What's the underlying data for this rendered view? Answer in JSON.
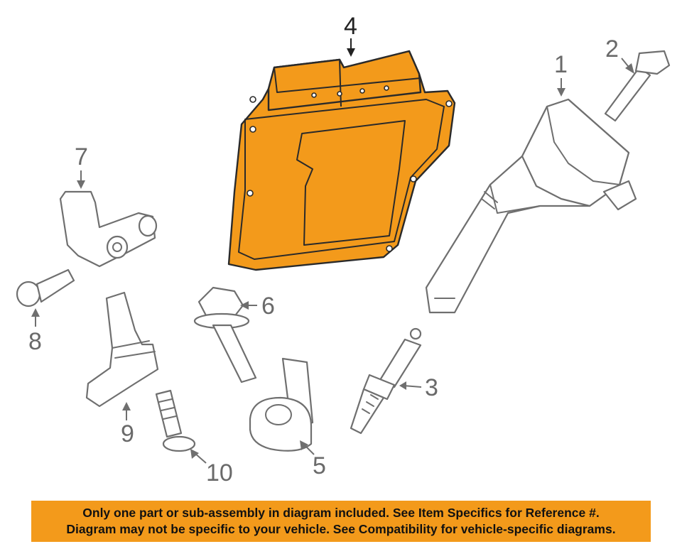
{
  "callouts": {
    "c1": "1",
    "c2": "2",
    "c3": "3",
    "c4": "4",
    "c5": "5",
    "c6": "6",
    "c7": "7",
    "c8": "8",
    "c9": "9",
    "c10": "10"
  },
  "highlighted_part": "4",
  "colors": {
    "highlight": "#f39a1b",
    "outline": "#6f6f6f",
    "banner": "#f39a1b"
  },
  "footer": {
    "line1": "Only one part or sub-assembly in diagram included. See Item Specifics for Reference #.",
    "line2": "Diagram may not be specific to your vehicle. See Compatibility for vehicle-specific diagrams."
  }
}
